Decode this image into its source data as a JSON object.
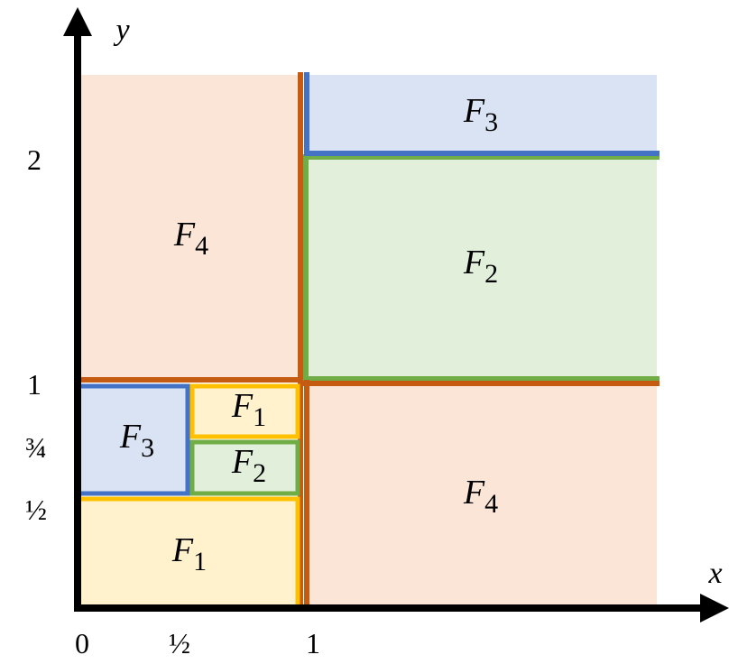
{
  "axes": {
    "x_label": "x",
    "y_label": "y",
    "x_ticks": [
      "0",
      "½",
      "1"
    ],
    "y_ticks": [
      "½",
      "¾",
      "1",
      "2"
    ]
  },
  "regions": [
    {
      "id": "f4-top-left",
      "letter": "F",
      "sub": "4",
      "fill": "#fbe5d6",
      "border": "#c55a11"
    },
    {
      "id": "f3-top-right",
      "letter": "F",
      "sub": "3",
      "fill": "#dae3f3",
      "border": "#4472c4"
    },
    {
      "id": "f2-mid-right",
      "letter": "F",
      "sub": "2",
      "fill": "#e2efda",
      "border": "#70ad47"
    },
    {
      "id": "f4-bottom-right",
      "letter": "F",
      "sub": "4",
      "fill": "#fbe5d6",
      "border": "#c55a11"
    },
    {
      "id": "f1-bottom-left",
      "letter": "F",
      "sub": "1",
      "fill": "#fff2cc",
      "border": "#ffc000"
    },
    {
      "id": "f3-small-left",
      "letter": "F",
      "sub": "3",
      "fill": "#dae3f3",
      "border": "#4472c4"
    },
    {
      "id": "f1-small",
      "letter": "F",
      "sub": "1",
      "fill": "#fff2cc",
      "border": "#ffc000"
    },
    {
      "id": "f2-small",
      "letter": "F",
      "sub": "2",
      "fill": "#e2efda",
      "border": "#70ad47"
    }
  ]
}
